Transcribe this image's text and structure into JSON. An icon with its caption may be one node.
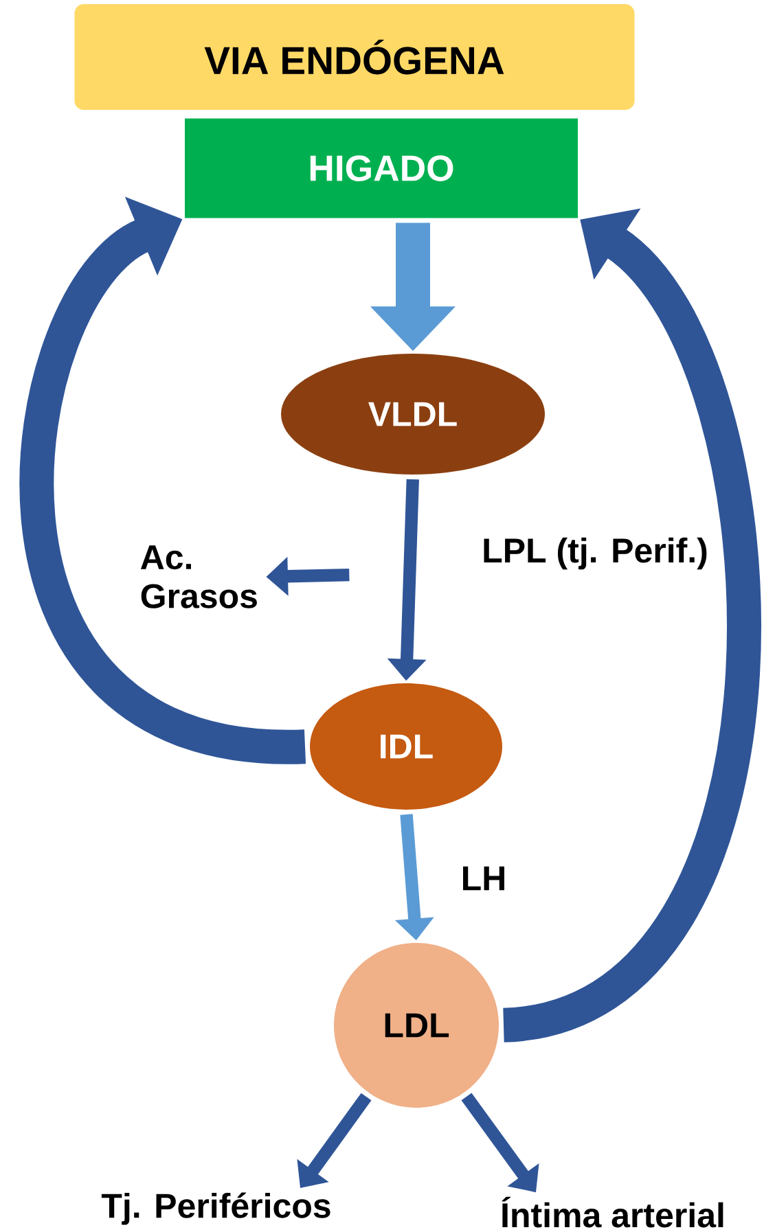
{
  "diagram": {
    "nodes": [
      {
        "text": [
          "VIA ENDÓGENA"
        ]
      },
      {
        "text": [
          "HIGADO"
        ]
      },
      {
        "text": [
          "VLDL"
        ]
      },
      {
        "text": [
          "IDL"
        ]
      },
      {
        "text": [
          "LDL"
        ]
      },
      {
        "text": [
          "Ac. Grasos"
        ]
      },
      {
        "text": [
          "Tj. Periféricos"
        ]
      },
      {
        "text": [
          "Íntima arterial"
        ]
      }
    ],
    "edges": [
      {
        "from": 1,
        "to": 2,
        "arrow": "to",
        "style": "thick",
        "color": "#5b9bd5"
      },
      {
        "from": 2,
        "to": 3,
        "arrow": "to",
        "label": "LPL (tj. Perif.)"
      },
      {
        "from": null,
        "to": 5,
        "arrow": "to"
      },
      {
        "from": 3,
        "to": 1,
        "arrow": "to",
        "style": "thick"
      },
      {
        "from": 4,
        "to": 1,
        "arrow": "to",
        "style": "thick"
      },
      {
        "from": 4,
        "to": 6,
        "arrow": "to"
      },
      {
        "from": 4,
        "to": 7,
        "arrow": "to"
      },
      {
        "from": 3,
        "to": 4,
        "arrow": "to",
        "label": "LH",
        "color": "#5b9bd5"
      }
    ]
  }
}
